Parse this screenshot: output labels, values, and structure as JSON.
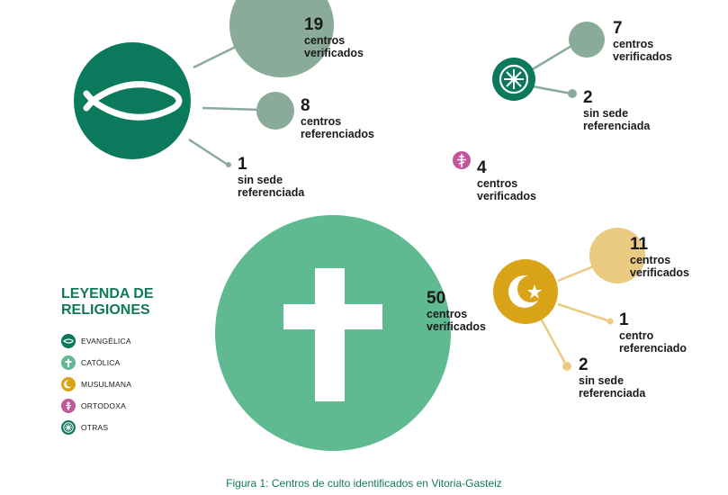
{
  "colors": {
    "evangelica": "#0b7a5c",
    "evangelica_light": "#8aab9a",
    "catolica": "#5fba92",
    "musulmana": "#d9a418",
    "musulmana_light": "#ebcb82",
    "ortodoxa": "#c2569a",
    "otras": "#0b7a5c",
    "otras_light": "#8aab9a",
    "legend_title": "#0f7a5a"
  },
  "evangelica": {
    "verified": {
      "value": "19",
      "label1": "centros",
      "label2": "verificados"
    },
    "referenced": {
      "value": "8",
      "label1": "centros",
      "label2": "referenciados"
    },
    "unlocated": {
      "value": "1",
      "label1": "sin sede",
      "label2": "referenciada"
    }
  },
  "otras": {
    "verified": {
      "value": "7",
      "label1": "centros",
      "label2": "verificados"
    },
    "unlocated": {
      "value": "2",
      "label1": "sin sede",
      "label2": "referenciada"
    }
  },
  "ortodoxa": {
    "verified": {
      "value": "4",
      "label1": "centros",
      "label2": "verificados"
    }
  },
  "catolica": {
    "verified": {
      "value": "50",
      "label1": "centros",
      "label2": "verificados"
    }
  },
  "musulmana": {
    "verified": {
      "value": "11",
      "label1": "centros",
      "label2": "verificados"
    },
    "referenced": {
      "value": "1",
      "label1": "centro",
      "label2": "referenciado"
    },
    "unlocated": {
      "value": "2",
      "label1": "sin sede",
      "label2": "referenciada"
    }
  },
  "legend": {
    "title_line1": "LEYENDA DE",
    "title_line2": "RELIGIONES",
    "items": [
      {
        "label": "EVANGÉLICA",
        "icon": "fish-icon"
      },
      {
        "label": "CATÓLICA",
        "icon": "cross-icon"
      },
      {
        "label": "MUSULMANA",
        "icon": "crescent-star-icon"
      },
      {
        "label": "ORTODOXA",
        "icon": "orthodox-cross-icon"
      },
      {
        "label": "OTRAS",
        "icon": "asterisk-icon"
      }
    ]
  },
  "caption": "Figura 1: Centros de culto identificados en Vitoria-Gasteiz"
}
